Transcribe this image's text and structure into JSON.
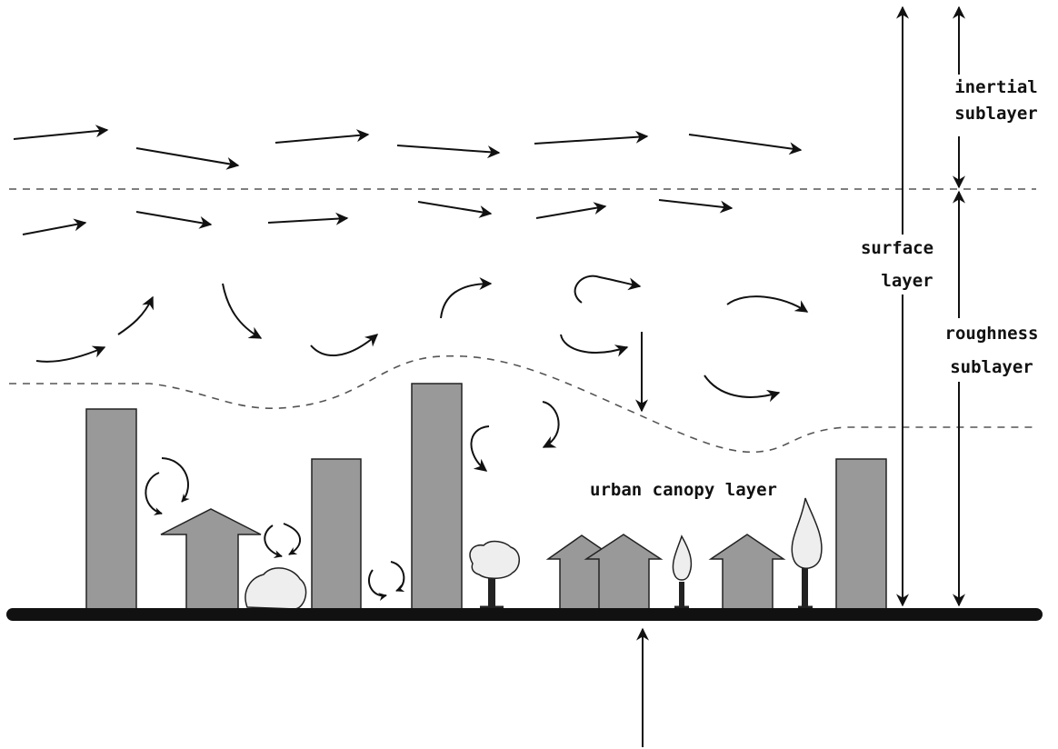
{
  "labels": {
    "inertial_line1": "inertial",
    "inertial_line2": "sublayer",
    "surface_line1": "surface",
    "surface_line2": "layer",
    "roughness_line1": "roughness",
    "roughness_line2": "sublayer",
    "canopy": "urban canopy layer"
  },
  "colors": {
    "building": "#999999",
    "foliage": "#eeeeee",
    "ink": "#111111"
  }
}
